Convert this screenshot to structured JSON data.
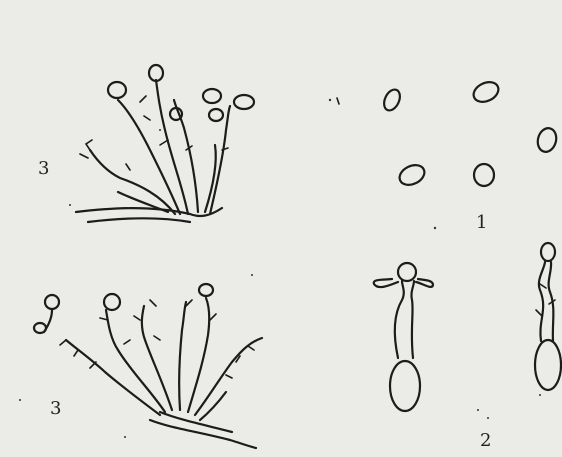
{
  "figure": {
    "labels": {
      "spores": "1",
      "germinating": "2",
      "colony_upper": "3",
      "colony_lower": "3"
    },
    "ink_color": "#1c1c1c",
    "paper_color": "#ebebe7"
  }
}
